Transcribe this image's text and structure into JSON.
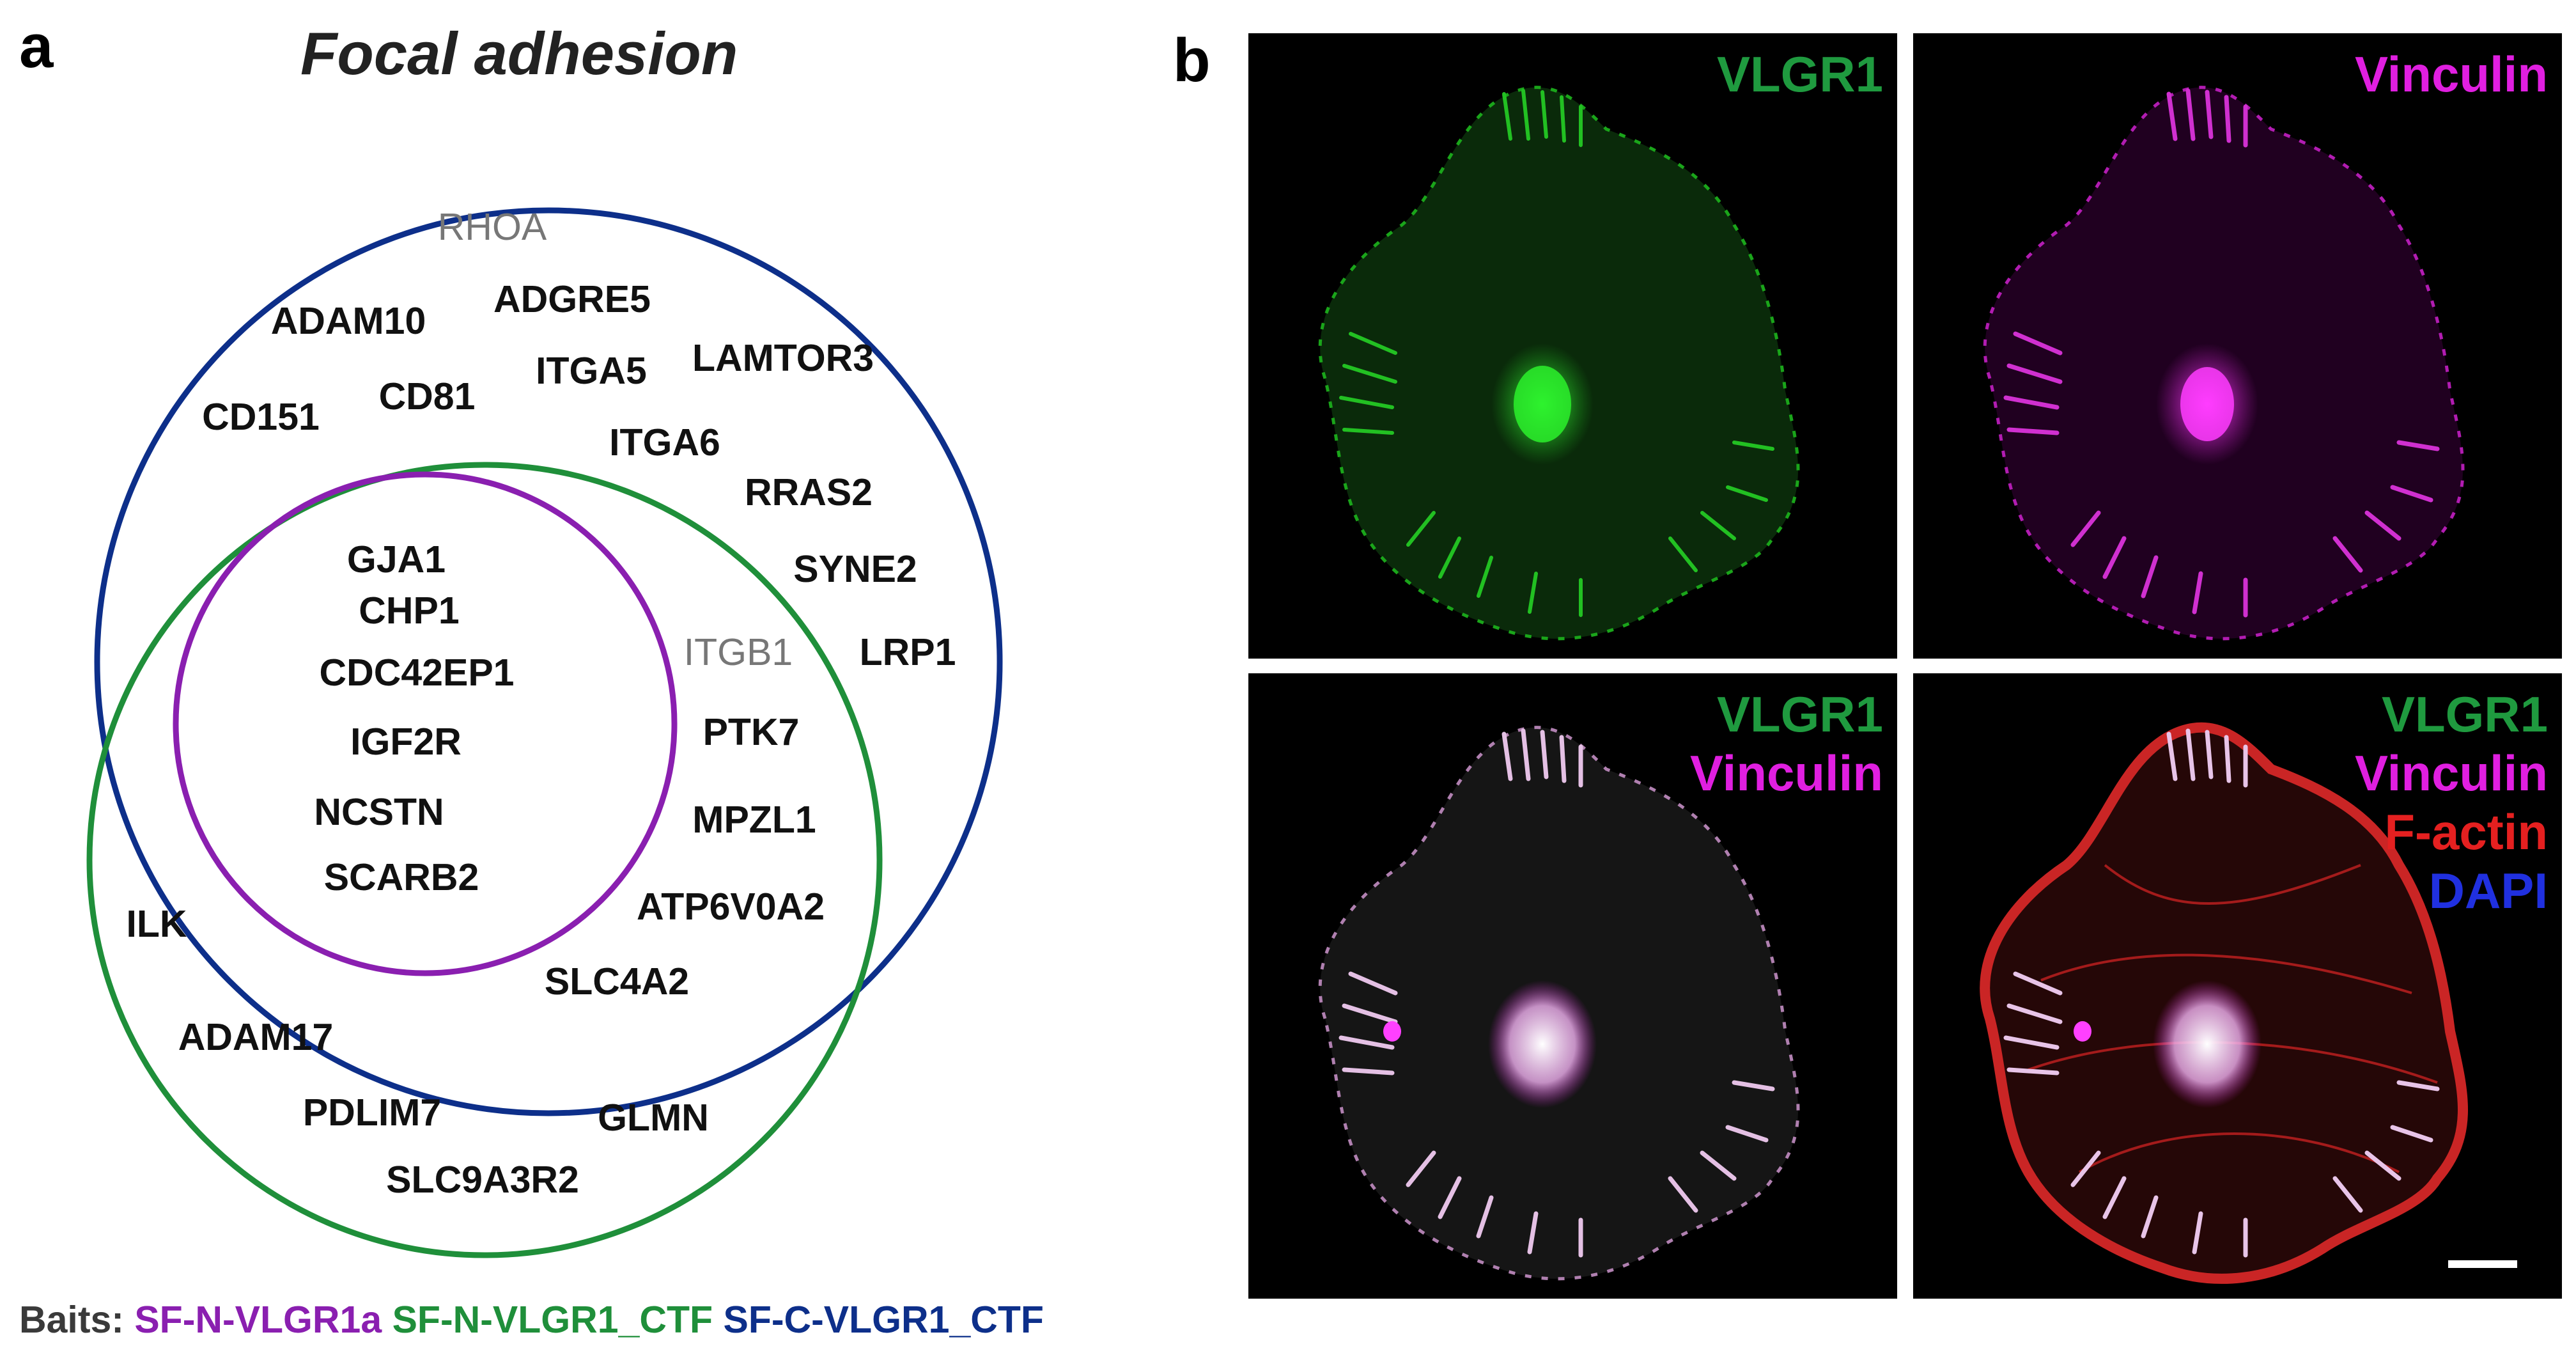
{
  "panel_a": {
    "letter": "a",
    "title": "Focal adhesion",
    "genes_blue_only": [
      "ADAM10",
      "ADGRE5",
      "CD151",
      "CD81",
      "ITGA5",
      "LAMTOR3",
      "ITGA6",
      "RRAS2",
      "SYNE2",
      "LRP1"
    ],
    "genes_blue_only_gray": [
      "RHOA"
    ],
    "genes_green_blue": [
      "PTK7",
      "MPZL1",
      "ATP6V0A2",
      "SLC4A2"
    ],
    "genes_green_blue_gray": [
      "ITGB1"
    ],
    "genes_all_three": [
      "GJA1",
      "CHP1",
      "CDC42EP1",
      "IGF2R",
      "NCSTN",
      "SCARB2"
    ],
    "genes_green_only": [
      "ILK",
      "ADAM17",
      "PDLIM7",
      "GLMN",
      "SLC9A3R2"
    ],
    "baits_label": "Baits:",
    "baits": [
      {
        "name": "SF-N-VLGR1a",
        "color": "#8a1fb0"
      },
      {
        "name": "SF-N-VLGR1_CTF",
        "color": "#1f8f3a"
      },
      {
        "name": "SF-C-VLGR1_CTF",
        "color": "#0d2f8a"
      }
    ],
    "circle_colors": {
      "purple": "#8a1fb0",
      "green": "#1f8f3a",
      "blue": "#0d2f8a"
    }
  },
  "panel_b": {
    "letter": "b",
    "images": [
      {
        "channels": [
          {
            "label": "VLGR1",
            "color": "#1f9a3f"
          }
        ]
      },
      {
        "channels": [
          {
            "label": "Vinculin",
            "color": "#e01fe0"
          }
        ]
      },
      {
        "channels": [
          {
            "label": "VLGR1",
            "color": "#1f9a3f"
          },
          {
            "label": "Vinculin",
            "color": "#e01fe0"
          }
        ]
      },
      {
        "channels": [
          {
            "label": "VLGR1",
            "color": "#1f9a3f"
          },
          {
            "label": "Vinculin",
            "color": "#e01fe0"
          },
          {
            "label": "F-actin",
            "color": "#e52020"
          },
          {
            "label": "DAPI",
            "color": "#2030e0"
          }
        ]
      }
    ]
  }
}
